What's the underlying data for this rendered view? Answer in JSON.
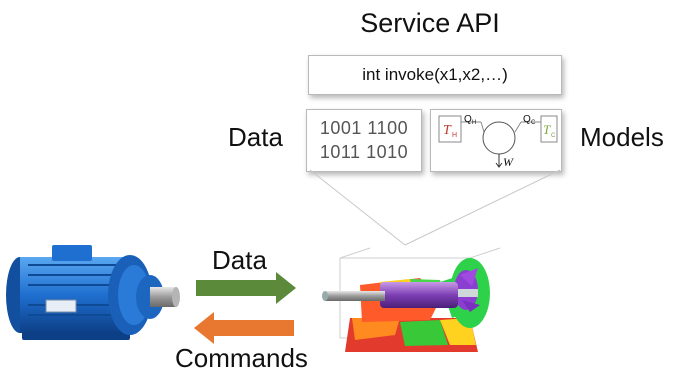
{
  "service_api": {
    "title": "Service API",
    "invoke_signature": "int invoke(x1,x2,…)"
  },
  "data_panel": {
    "label": "Data",
    "bit_rows": [
      "1001 1100",
      "1011 1010"
    ]
  },
  "models_panel": {
    "label": "Models",
    "symbols": {
      "hot_temp": "T",
      "hot_temp_sub": "H",
      "heat_in": "Q",
      "heat_in_sub": "H",
      "heat_out": "Q",
      "heat_out_sub": "C",
      "cold_temp": "T",
      "cold_temp_sub": "C",
      "work": "W"
    }
  },
  "flow": {
    "data_label": "Data",
    "commands_label": "Commands",
    "data_arrow_color": "#5b8a3a",
    "commands_arrow_color": "#e8782f"
  },
  "icons": {
    "physical_device": "electric-motor-icon",
    "digital_twin": "motor-simulation-icon"
  }
}
